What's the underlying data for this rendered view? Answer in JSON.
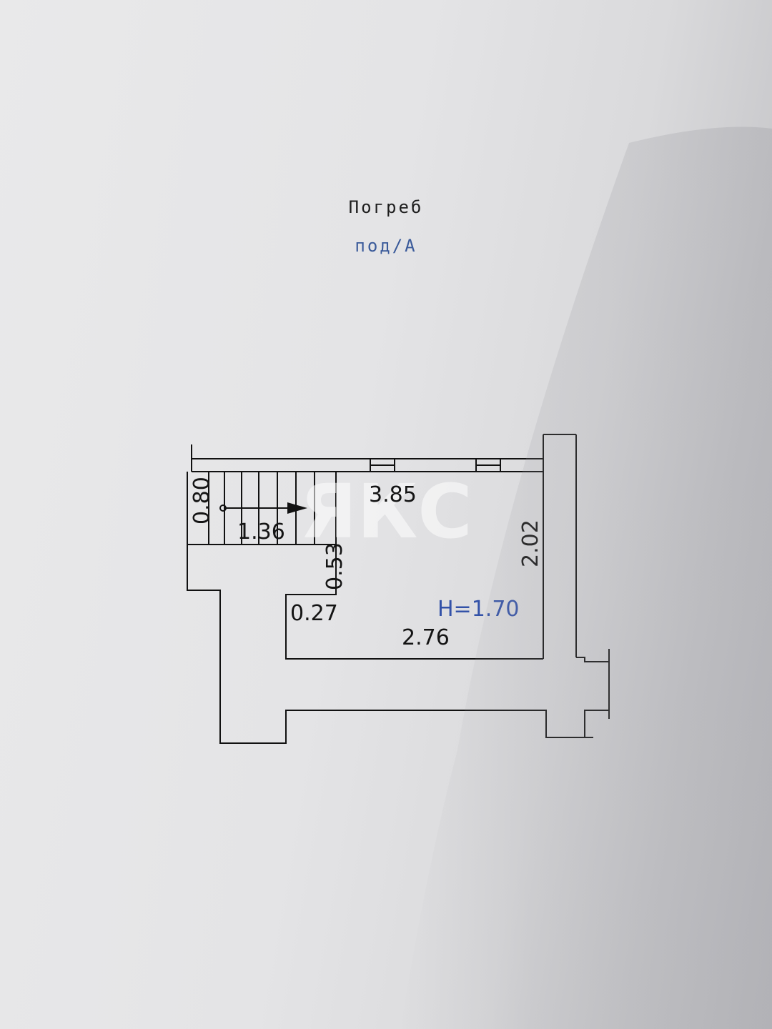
{
  "plan": {
    "title": "Погреб",
    "subtitle": "под/А",
    "watermark": "ЯКС",
    "dimensions": {
      "width_top": "3.85",
      "stair_length": "1.36",
      "stair_width": "0.80",
      "step_depth": "0.53",
      "ledge": "0.27",
      "height": "H=1.70",
      "width_bottom": "2.76",
      "depth_right": "2.02"
    }
  }
}
